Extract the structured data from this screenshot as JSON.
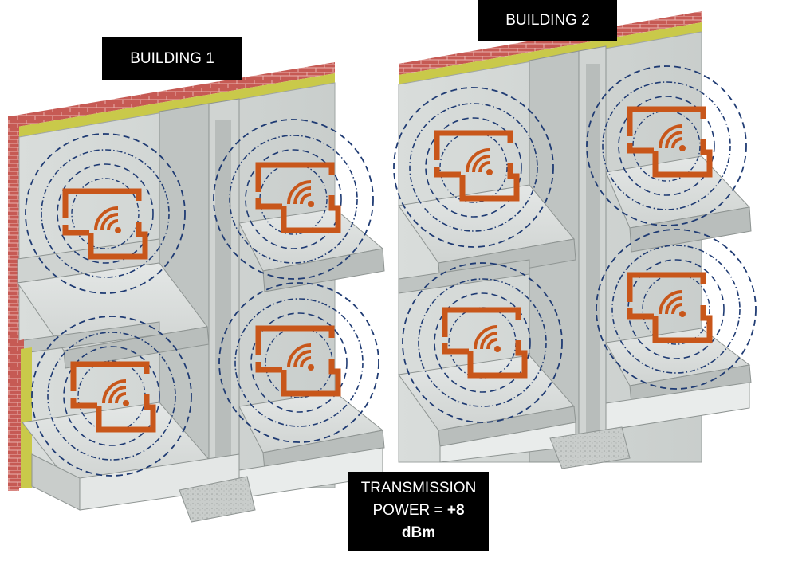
{
  "labels": {
    "building_1": "BUILDING 1",
    "building_2": "BUILDING 2",
    "tx_line1": "TRANSMISSION",
    "tx_line2_prefix": "POWER = ",
    "tx_value": "+8",
    "tx_unit": "dBm"
  },
  "icons": {
    "device": "wireless-router-icon",
    "wall": "brick-wall",
    "insulation": "insulation-layer"
  },
  "colors": {
    "device_orange": "#C8561A",
    "signal_ring": "#1F3B73",
    "concrete": "#D8DCDA",
    "concrete_dark": "#A9AFAD",
    "brick": "#C0504D",
    "insulation": "#C9C94A",
    "label_bg": "#000000",
    "label_text": "#FFFFFF"
  }
}
